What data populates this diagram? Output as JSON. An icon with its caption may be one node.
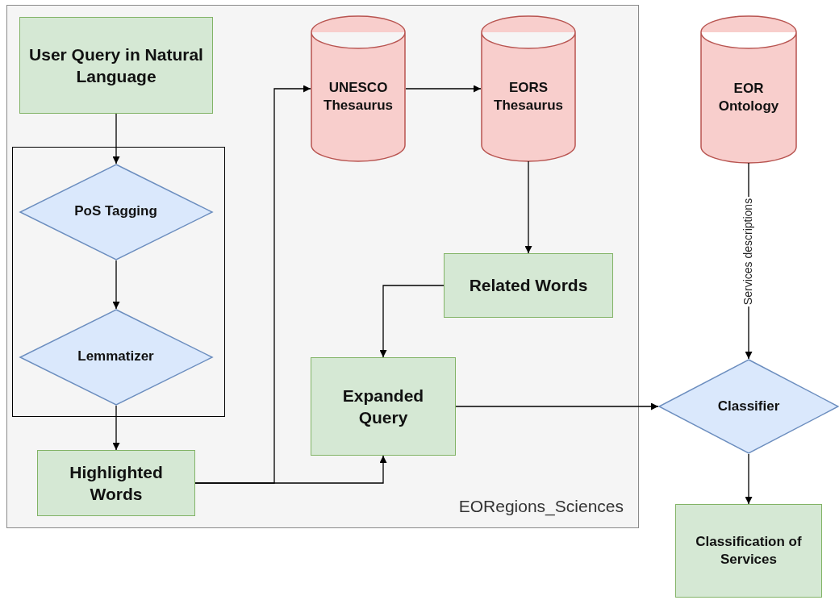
{
  "diagram": {
    "nodes": [
      {
        "text": [
          "EORegions_Sciences"
        ]
      },
      {
        "text": [
          "User Query in Natural Language"
        ],
        "in": 0
      },
      {
        "text": [],
        "shape": "box",
        "in": 0
      },
      {
        "text": [
          "PoS Tagging"
        ],
        "in": 2
      },
      {
        "text": [
          "Lemmatizer"
        ],
        "in": 2
      },
      {
        "text": [
          "Highlighted Words"
        ],
        "in": 0
      },
      {
        "text": [
          "UNESCO Thesaurus"
        ],
        "in": 0
      },
      {
        "text": [
          "EORS Thesaurus"
        ],
        "in": 0
      },
      {
        "text": [
          "Related Words"
        ],
        "in": 0
      },
      {
        "text": [
          "Expanded Query"
        ],
        "in": 0
      },
      {
        "text": [
          "EOR Ontology"
        ]
      },
      {
        "text": [
          "Classifier"
        ]
      },
      {
        "text": [
          "Classification of Services"
        ]
      }
    ],
    "edges": [
      {
        "from": 1,
        "to": 3,
        "arrow": "to"
      },
      {
        "from": 3,
        "to": 4,
        "arrow": "to"
      },
      {
        "from": 4,
        "to": 5,
        "arrow": "to"
      },
      {
        "from": 5,
        "to": 6,
        "arrow": "to"
      },
      {
        "from": 5,
        "to": 9,
        "arrow": "to"
      },
      {
        "from": 6,
        "to": 7,
        "arrow": "to"
      },
      {
        "from": 7,
        "to": 8,
        "arrow": "to"
      },
      {
        "from": 8,
        "to": 9,
        "arrow": "to"
      },
      {
        "from": 9,
        "to": 11,
        "arrow": "to"
      },
      {
        "from": 10,
        "to": 11,
        "arrow": "to",
        "label": "Services descriptions"
      },
      {
        "from": 11,
        "to": 12,
        "arrow": "to"
      }
    ]
  }
}
